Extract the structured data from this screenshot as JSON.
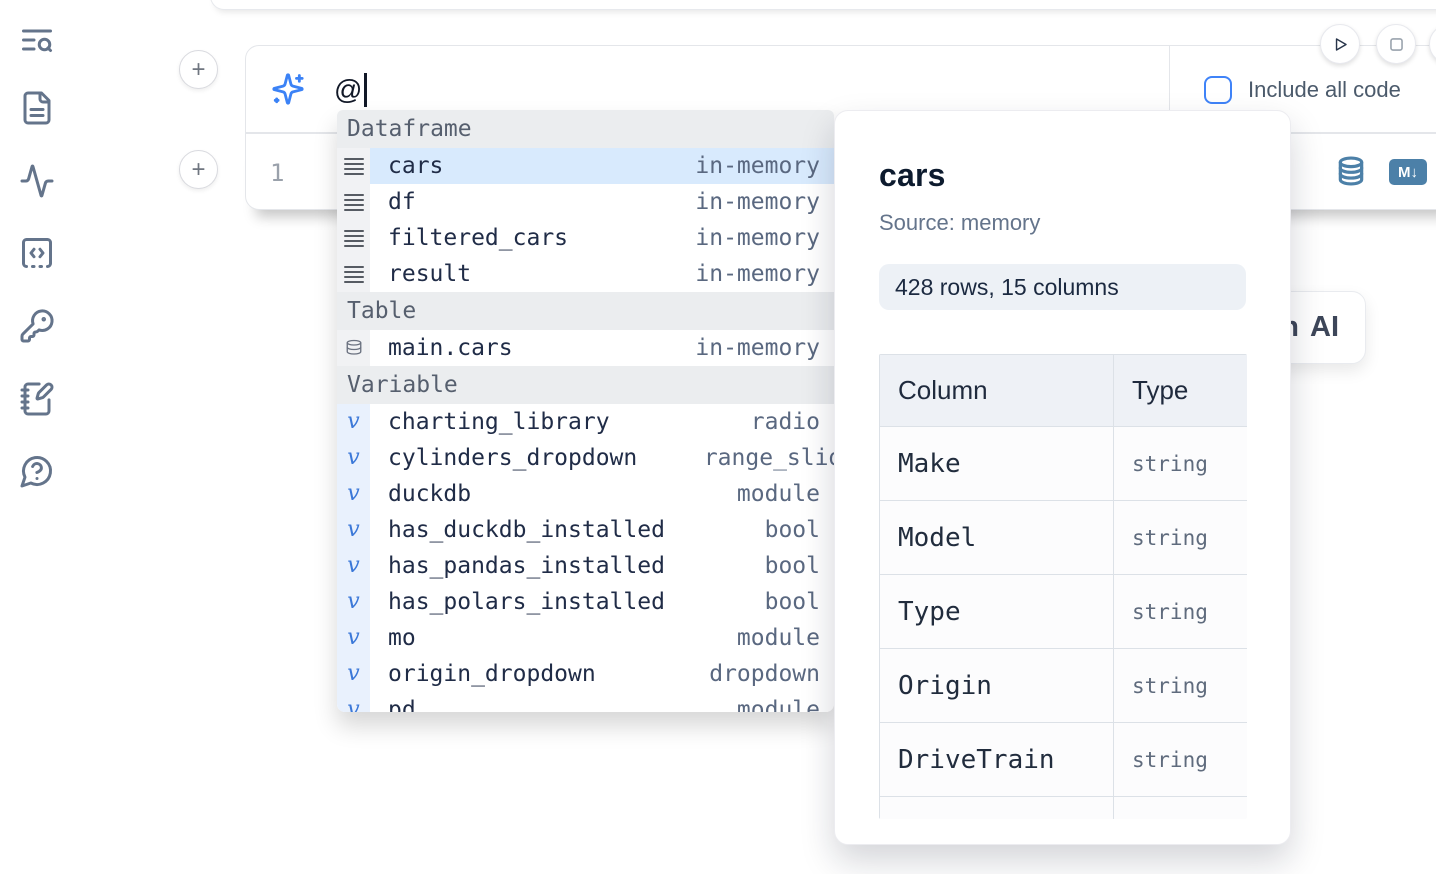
{
  "colors": {
    "accent_blue": "#3b82f6",
    "checkbox_blue": "#3f83f8",
    "steel_blue": "#4c80a8",
    "selected_row_bg": "#d8eafd",
    "variable_gutter_bg": "#e9f1fd",
    "section_header_bg": "#ebedef",
    "icon_slate": "#64748b"
  },
  "sidebar": {
    "icons": [
      "text-search-icon",
      "file-text-icon",
      "activity-icon",
      "code-snippet-icon",
      "key-icon",
      "notebook-pen-icon",
      "help-chat-icon"
    ]
  },
  "toolbar": {
    "run_button": "run",
    "stop_button": "stop"
  },
  "prompt": {
    "value": "@",
    "sparkles_icon": "sparkles-icon",
    "include_all_code_label": "Include all code",
    "include_all_code_checked": false
  },
  "cell": {
    "line_number": "1",
    "datasource_icon": "database-icon",
    "markdown_badge": "M↓"
  },
  "ai_button": {
    "clipped_prefix": "h",
    "label": "AI"
  },
  "autocomplete": {
    "sections": [
      {
        "label": "Dataframe",
        "items": [
          {
            "name": "cars",
            "type": "in-memory",
            "icon": "rows-icon",
            "selected": true
          },
          {
            "name": "df",
            "type": "in-memory",
            "icon": "rows-icon"
          },
          {
            "name": "filtered_cars",
            "type": "in-memory",
            "icon": "rows-icon"
          },
          {
            "name": "result",
            "type": "in-memory",
            "icon": "rows-icon"
          }
        ]
      },
      {
        "label": "Table",
        "items": [
          {
            "name": "main.cars",
            "type": "in-memory",
            "icon": "database-icon"
          }
        ]
      },
      {
        "label": "Variable",
        "items": [
          {
            "name": "charting_library",
            "type": "radio",
            "icon": "variable-icon"
          },
          {
            "name": "cylinders_dropdown",
            "type": "range_slider",
            "icon": "variable-icon",
            "overflow": true
          },
          {
            "name": "duckdb",
            "type": "module",
            "icon": "variable-icon"
          },
          {
            "name": "has_duckdb_installed",
            "type": "bool",
            "icon": "variable-icon"
          },
          {
            "name": "has_pandas_installed",
            "type": "bool",
            "icon": "variable-icon"
          },
          {
            "name": "has_polars_installed",
            "type": "bool",
            "icon": "variable-icon"
          },
          {
            "name": "mo",
            "type": "module",
            "icon": "variable-icon"
          },
          {
            "name": "origin_dropdown",
            "type": "dropdown",
            "icon": "variable-icon"
          },
          {
            "name": "pd",
            "type": "module",
            "icon": "variable-icon"
          }
        ]
      }
    ]
  },
  "preview": {
    "title": "cars",
    "source": "Source: memory",
    "shape": "428 rows, 15 columns",
    "table": {
      "headers": [
        "Column",
        "Type"
      ],
      "rows": [
        [
          "Make",
          "string"
        ],
        [
          "Model",
          "string"
        ],
        [
          "Type",
          "string"
        ],
        [
          "Origin",
          "string"
        ],
        [
          "DriveTrain",
          "string"
        ]
      ]
    }
  }
}
